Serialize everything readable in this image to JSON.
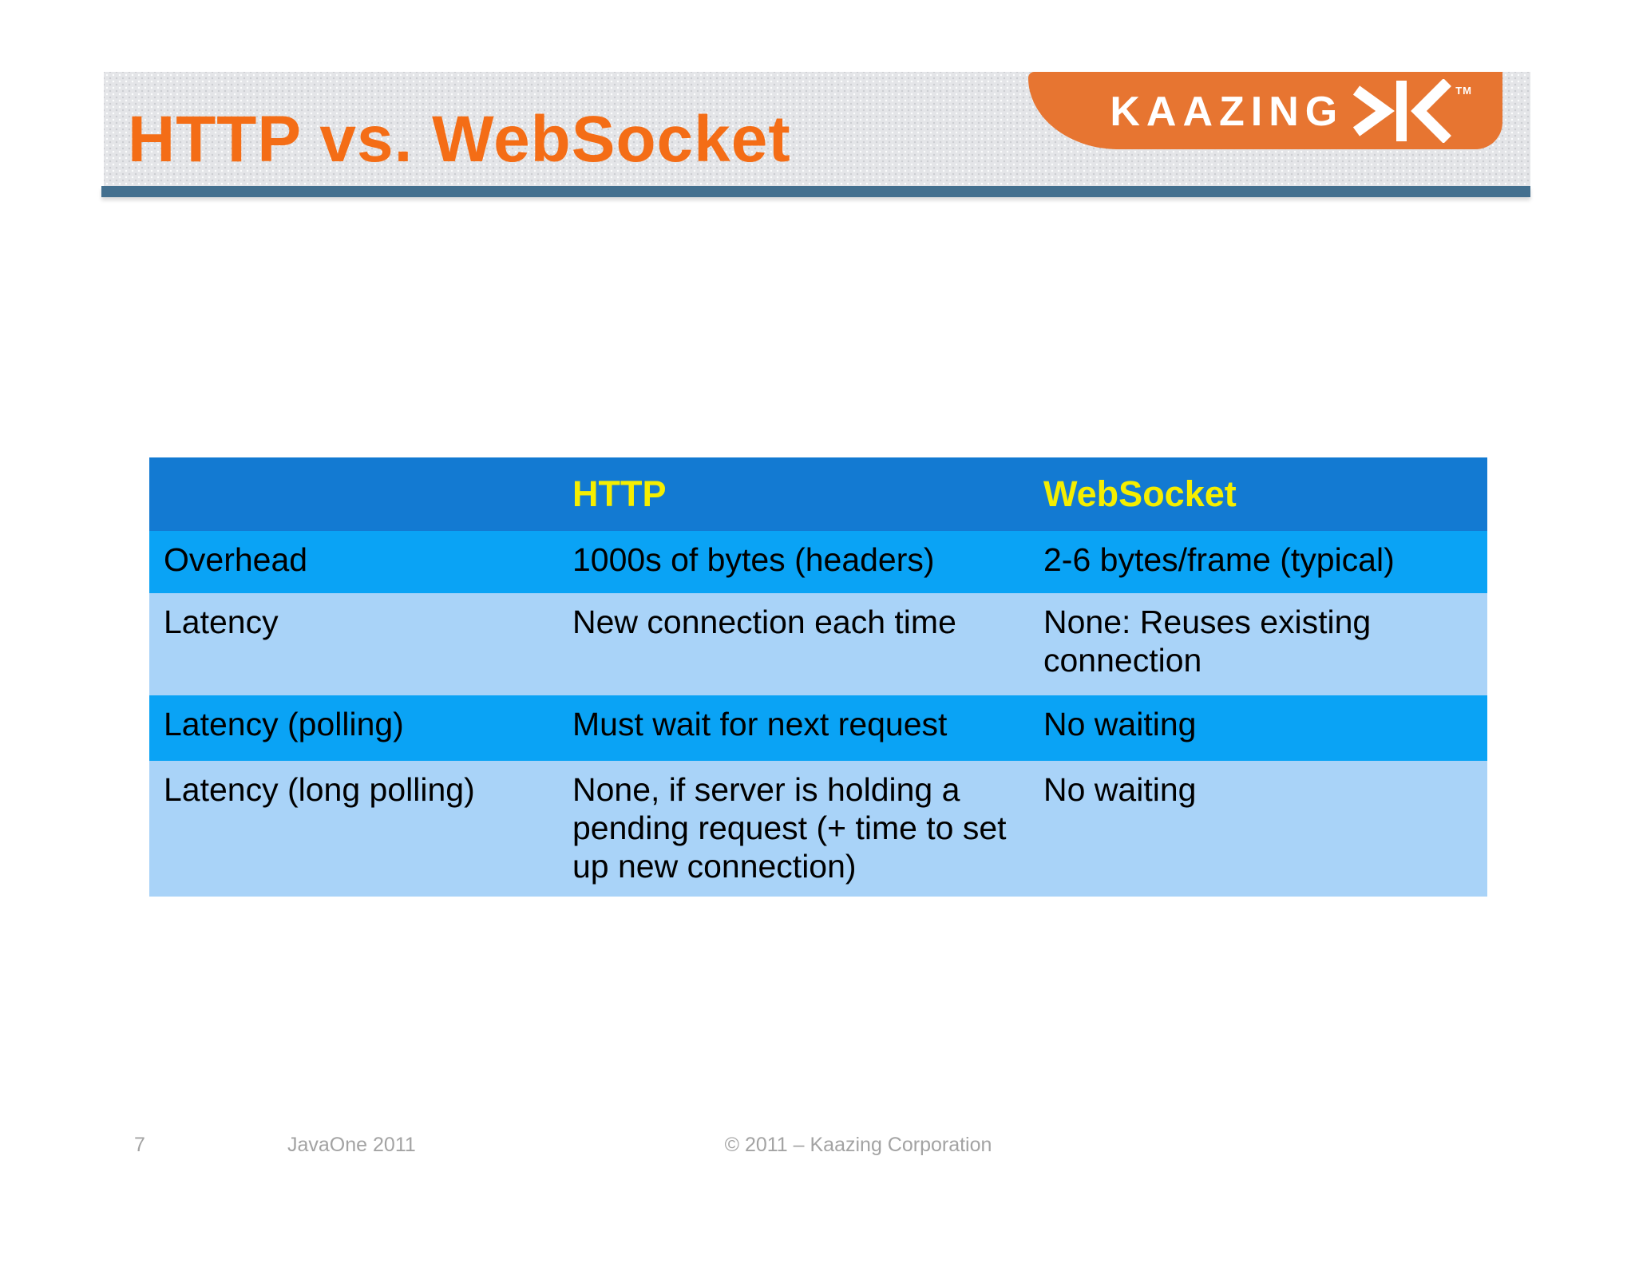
{
  "slide": {
    "title": "HTTP vs. WebSocket",
    "logo": {
      "brand": "KAAZING",
      "tm": "TM"
    },
    "table": {
      "columns": [
        "",
        "HTTP",
        "WebSocket"
      ],
      "rows": [
        {
          "label": "Overhead",
          "http": "1000s of bytes (headers)",
          "websocket": "2-6 bytes/frame (typical)"
        },
        {
          "label": "Latency",
          "http": "New connection each time",
          "websocket": "None: Reuses existing connection"
        },
        {
          "label": "Latency (polling)",
          "http": "Must wait for next request",
          "websocket": "No waiting"
        },
        {
          "label": "Latency (long polling)",
          "http": "None, if server is holding a pending request (+ time to set up new connection)",
          "websocket": "No waiting"
        }
      ]
    },
    "footer": {
      "page_number": "7",
      "event": "JavaOne 2011",
      "copyright": "© 2011 – Kaazing Corporation"
    },
    "colors": {
      "title_orange": "#f46d16",
      "logo_orange": "#e77531",
      "underline_steel": "#44708f",
      "banner_gray": "#e4e5e8",
      "header_blue": "#137ad2",
      "row_bright_blue": "#0aa3f5",
      "row_pale_blue": "#a9d3f8",
      "header_yellow": "#f5ee00",
      "footer_gray": "#a3a3a3"
    }
  }
}
